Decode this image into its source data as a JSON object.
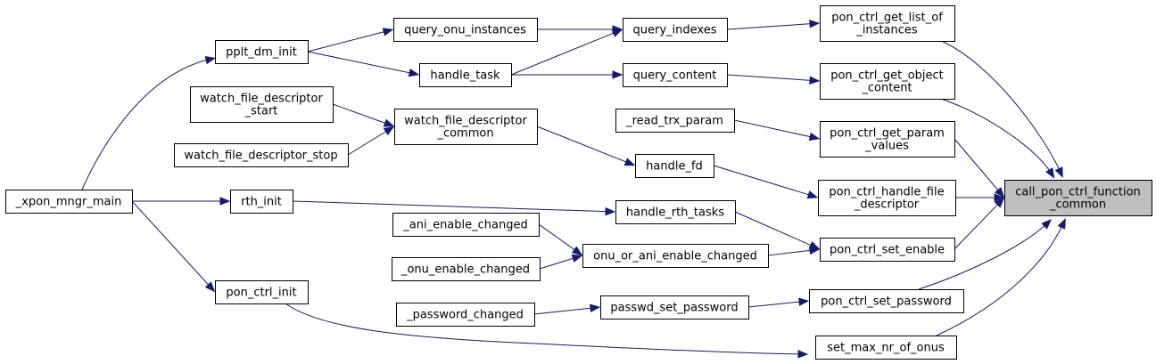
{
  "graph": {
    "title": "",
    "nodes": {
      "call_pon_ctrl_function_common": {
        "lines": [
          "call_pon_ctrl_function",
          "_common"
        ],
        "highlight": true
      },
      "pon_ctrl_get_list_of_instances": {
        "lines": [
          "pon_ctrl_get_list_of",
          "_instances"
        ]
      },
      "pon_ctrl_get_object_content": {
        "lines": [
          "pon_ctrl_get_object",
          "_content"
        ]
      },
      "pon_ctrl_get_param_values": {
        "lines": [
          "pon_ctrl_get_param",
          "_values"
        ]
      },
      "pon_ctrl_handle_file_descriptor": {
        "lines": [
          "pon_ctrl_handle_file",
          "_descriptor"
        ]
      },
      "pon_ctrl_set_enable": {
        "lines": [
          "pon_ctrl_set_enable"
        ]
      },
      "pon_ctrl_set_password": {
        "lines": [
          "pon_ctrl_set_password"
        ]
      },
      "set_max_nr_of_onus": {
        "lines": [
          "set_max_nr_of_onus"
        ]
      },
      "query_indexes": {
        "lines": [
          "query_indexes"
        ]
      },
      "query_content": {
        "lines": [
          "query_content"
        ]
      },
      "read_trx_param": {
        "lines": [
          "_read_trx_param"
        ]
      },
      "handle_fd": {
        "lines": [
          "handle_fd"
        ]
      },
      "handle_rth_tasks": {
        "lines": [
          "handle_rth_tasks"
        ]
      },
      "onu_or_ani_enable_changed": {
        "lines": [
          "onu_or_ani_enable_changed"
        ]
      },
      "passwd_set_password": {
        "lines": [
          "passwd_set_password"
        ]
      },
      "query_onu_instances": {
        "lines": [
          "query_onu_instances"
        ]
      },
      "handle_task": {
        "lines": [
          "handle_task"
        ]
      },
      "watch_file_descriptor_common": {
        "lines": [
          "watch_file_descriptor",
          "_common"
        ]
      },
      "ani_enable_changed": {
        "lines": [
          "_ani_enable_changed"
        ]
      },
      "onu_enable_changed": {
        "lines": [
          "_onu_enable_changed"
        ]
      },
      "password_changed": {
        "lines": [
          "_password_changed"
        ]
      },
      "pplt_dm_init": {
        "lines": [
          "pplt_dm_init"
        ]
      },
      "watch_file_descriptor_start": {
        "lines": [
          "watch_file_descriptor",
          "_start"
        ]
      },
      "watch_file_descriptor_stop": {
        "lines": [
          "watch_file_descriptor_stop"
        ]
      },
      "rth_init": {
        "lines": [
          "rth_init"
        ]
      },
      "pon_ctrl_init": {
        "lines": [
          "pon_ctrl_init"
        ]
      },
      "xpon_mngr_main": {
        "lines": [
          "_xpon_mngr_main"
        ]
      }
    },
    "edges": [
      [
        "pon_ctrl_get_list_of_instances",
        "call_pon_ctrl_function_common"
      ],
      [
        "pon_ctrl_get_object_content",
        "call_pon_ctrl_function_common"
      ],
      [
        "pon_ctrl_get_param_values",
        "call_pon_ctrl_function_common"
      ],
      [
        "pon_ctrl_handle_file_descriptor",
        "call_pon_ctrl_function_common"
      ],
      [
        "pon_ctrl_set_enable",
        "call_pon_ctrl_function_common"
      ],
      [
        "pon_ctrl_set_password",
        "call_pon_ctrl_function_common"
      ],
      [
        "set_max_nr_of_onus",
        "call_pon_ctrl_function_common"
      ],
      [
        "query_indexes",
        "pon_ctrl_get_list_of_instances"
      ],
      [
        "query_content",
        "pon_ctrl_get_object_content"
      ],
      [
        "read_trx_param",
        "pon_ctrl_get_param_values"
      ],
      [
        "handle_fd",
        "pon_ctrl_handle_file_descriptor"
      ],
      [
        "handle_rth_tasks",
        "pon_ctrl_set_enable"
      ],
      [
        "onu_or_ani_enable_changed",
        "pon_ctrl_set_enable"
      ],
      [
        "passwd_set_password",
        "pon_ctrl_set_password"
      ],
      [
        "pon_ctrl_init",
        "set_max_nr_of_onus"
      ],
      [
        "query_onu_instances",
        "query_indexes"
      ],
      [
        "handle_task",
        "query_indexes"
      ],
      [
        "handle_task",
        "query_content"
      ],
      [
        "watch_file_descriptor_common",
        "handle_fd"
      ],
      [
        "rth_init",
        "handle_rth_tasks"
      ],
      [
        "ani_enable_changed",
        "onu_or_ani_enable_changed"
      ],
      [
        "onu_enable_changed",
        "onu_or_ani_enable_changed"
      ],
      [
        "password_changed",
        "passwd_set_password"
      ],
      [
        "pplt_dm_init",
        "query_onu_instances"
      ],
      [
        "pplt_dm_init",
        "handle_task"
      ],
      [
        "watch_file_descriptor_start",
        "watch_file_descriptor_common"
      ],
      [
        "watch_file_descriptor_stop",
        "watch_file_descriptor_common"
      ],
      [
        "xpon_mngr_main",
        "pplt_dm_init"
      ],
      [
        "xpon_mngr_main",
        "rth_init"
      ],
      [
        "xpon_mngr_main",
        "pon_ctrl_init"
      ]
    ],
    "colors": {
      "edge": "#191970",
      "node_border": "#000000",
      "node_fill": "#ffffff",
      "highlight_fill": "#bfbfbf"
    }
  }
}
